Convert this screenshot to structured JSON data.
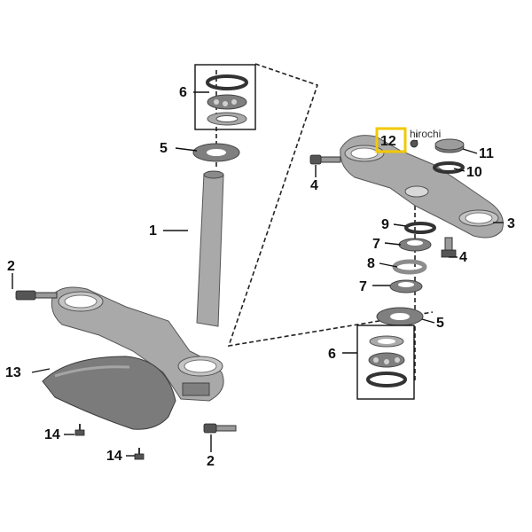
{
  "watermark": "hirochi",
  "highlight_color": "#f2c800",
  "callouts": {
    "c1": "1",
    "c2_left": "2",
    "c2_bottom": "2",
    "c3": "3",
    "c4_left": "4",
    "c4_right": "4",
    "c5_top": "5",
    "c5_right": "5",
    "c6_top": "6",
    "c6_right": "6",
    "c7_upper": "7",
    "c7_lower": "7",
    "c8": "8",
    "c9": "9",
    "c10": "10",
    "c11": "11",
    "c12": "12",
    "c13": "13",
    "c14_upper": "14",
    "c14_lower": "14"
  }
}
